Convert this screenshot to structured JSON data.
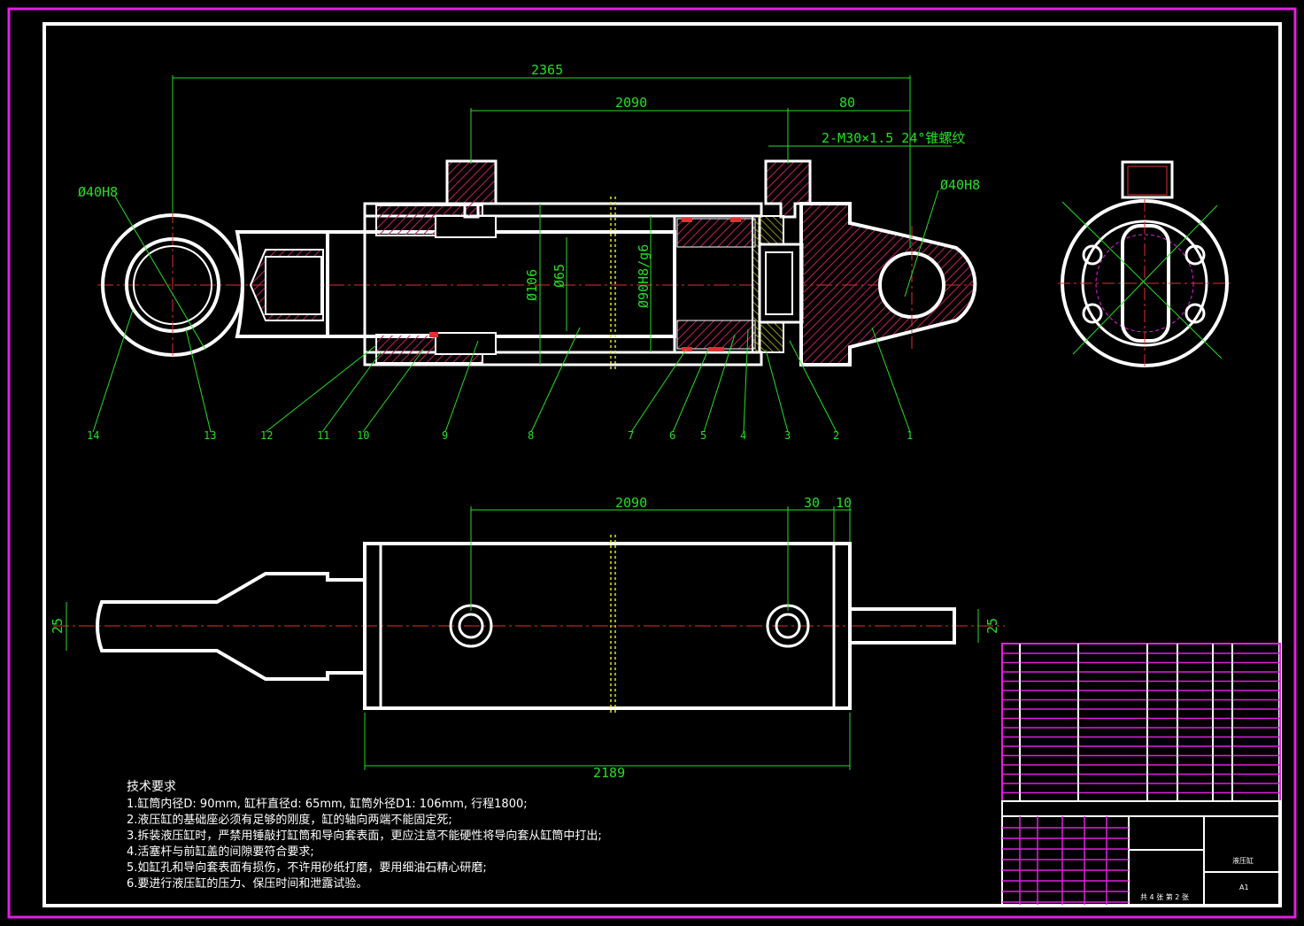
{
  "colors": {
    "background": "#000000",
    "outline": "#ffffff",
    "dimension": "#22e022",
    "centerline": "#e03030",
    "frame": "#e020e0",
    "hatch": "#d02060"
  },
  "dimensions": {
    "overall_length": "2365",
    "stroke_span_top": "2090",
    "port_offset": "80",
    "port_thread": "2-M30×1.5 24°锥螺纹",
    "pin_left": "Ø40H8",
    "pin_right": "Ø40H8",
    "d_outer": "Ø106",
    "d_rod": "Ø65",
    "d_bore": "Ø90H8/g6",
    "stroke_span_bottom": "2090",
    "end_30": "30",
    "end_10": "10",
    "body_length": "2189",
    "pin_dia_left": "25",
    "pin_dia_right": "25"
  },
  "part_numbers": [
    "14",
    "13",
    "12",
    "11",
    "10",
    "9",
    "8",
    "7",
    "6",
    "5",
    "4",
    "3",
    "2",
    "1"
  ],
  "notes": {
    "title": "技术要求",
    "lines": [
      "1.缸筒内径D: 90mm, 缸杆直径d: 65mm, 缸筒外径D1: 106mm, 行程1800;",
      "2.液压缸的基础座必须有足够的刚度，缸的轴向两端不能固定死;",
      "3.拆装液压缸时，严禁用锤敲打缸筒和导向套表面，更应注意不能硬性将导向套从缸筒中打出;",
      "4.活塞杆与前缸盖的间隙要符合要求;",
      "5.如缸孔和导向套表面有损伤，不许用砂纸打磨，要用细油石精心研磨;",
      "6.要进行液压缸的压力、保压时间和泄露试验。"
    ]
  },
  "title_block": {
    "drawing_name": "液压缸",
    "scale": "A1",
    "sheet": "共 4 张 第 2 张"
  }
}
